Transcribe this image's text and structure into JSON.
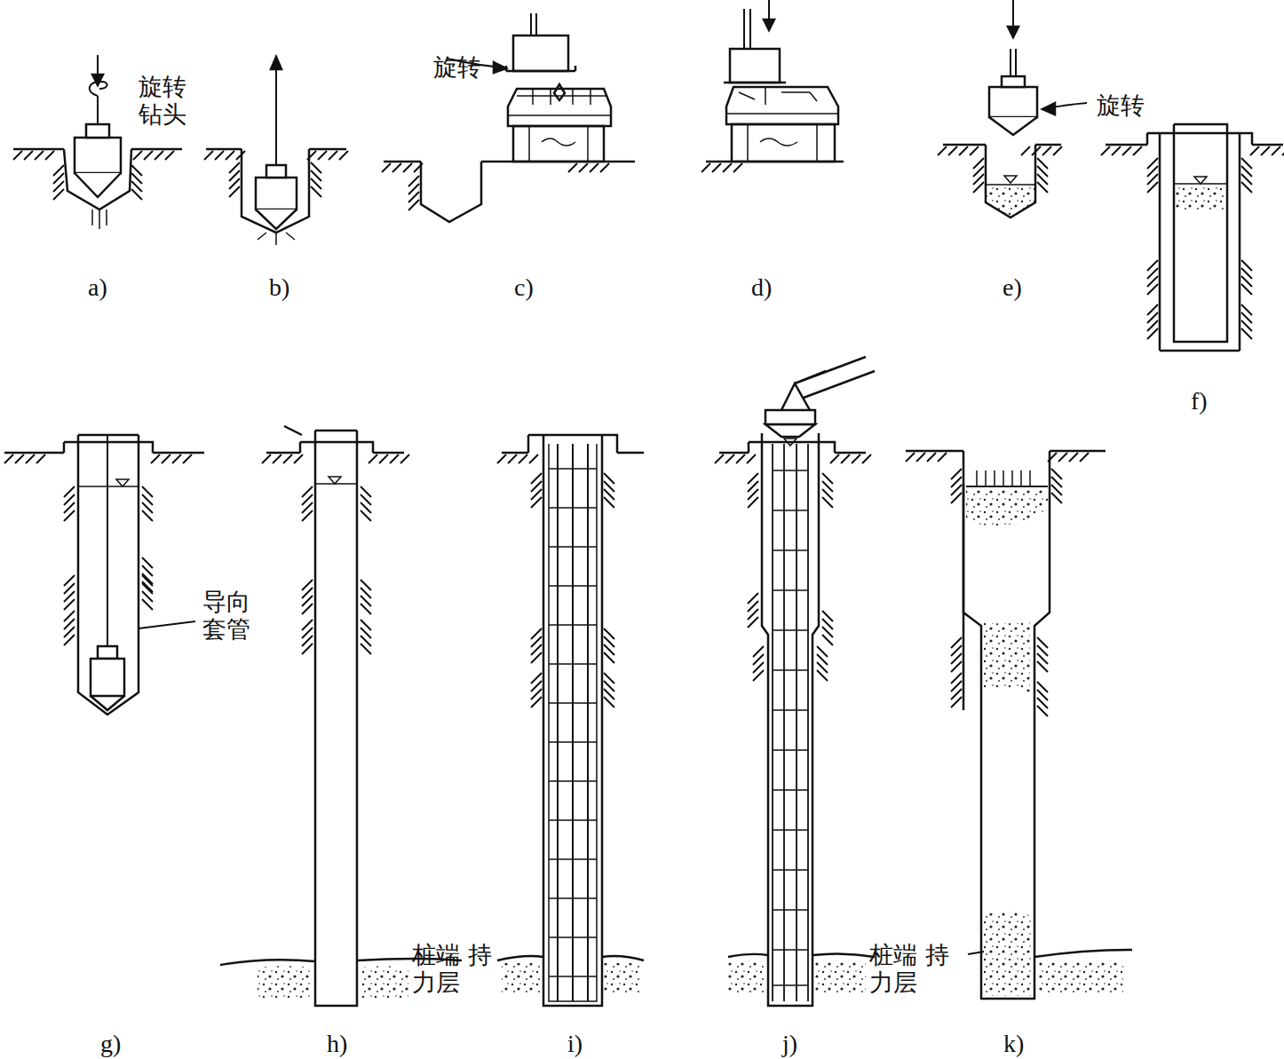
{
  "diagram": {
    "labels": [
      "旋转 钻头",
      "旋转",
      "旋转",
      "导向 套管",
      "桩端 持力层",
      "桩端 持力层",
      "a)",
      "b)",
      "c)",
      "d)",
      "e)",
      "f)",
      "g)",
      "h)",
      "i)",
      "j)",
      "k)"
    ]
  }
}
